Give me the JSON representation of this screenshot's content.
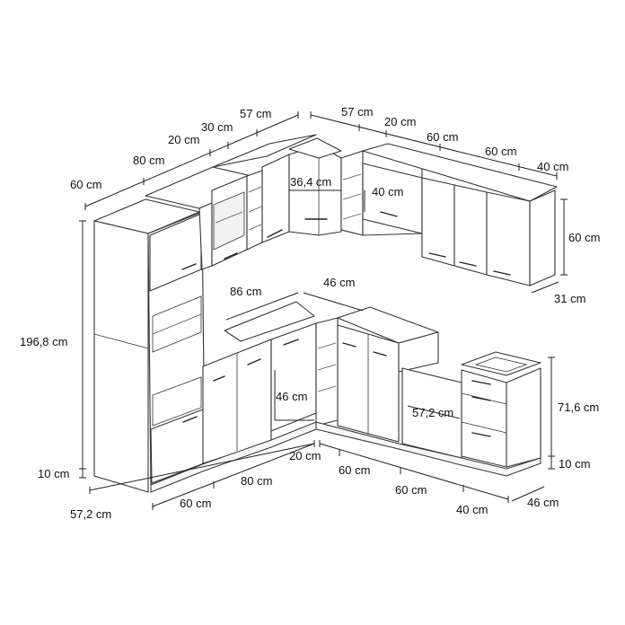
{
  "dimensions": {
    "top_left_run": [
      "60 cm",
      "80 cm",
      "20 cm",
      "30 cm",
      "57 cm"
    ],
    "top_right_run": [
      "57 cm",
      "20 cm",
      "60 cm",
      "60 cm",
      "40 cm"
    ],
    "wall_corner_inner": "36,4 cm",
    "wall_right_inner": "40 cm",
    "wall_height": "60 cm",
    "wall_depth": "31 cm",
    "tall_height": "196,8 cm",
    "plinth_left": "10 cm",
    "plinth_right": "10 cm",
    "base_top_left": "86 cm",
    "base_top_right": "46 cm",
    "base_corner_inner": "46 cm",
    "base_right_inner": "57,2 cm",
    "base_height": "71,6 cm",
    "bottom_left_run": [
      "57,2 cm",
      "60 cm",
      "80 cm"
    ],
    "bottom_right_run": [
      "20 cm",
      "60 cm",
      "60 cm",
      "40 cm"
    ],
    "base_depth": "46 cm"
  }
}
